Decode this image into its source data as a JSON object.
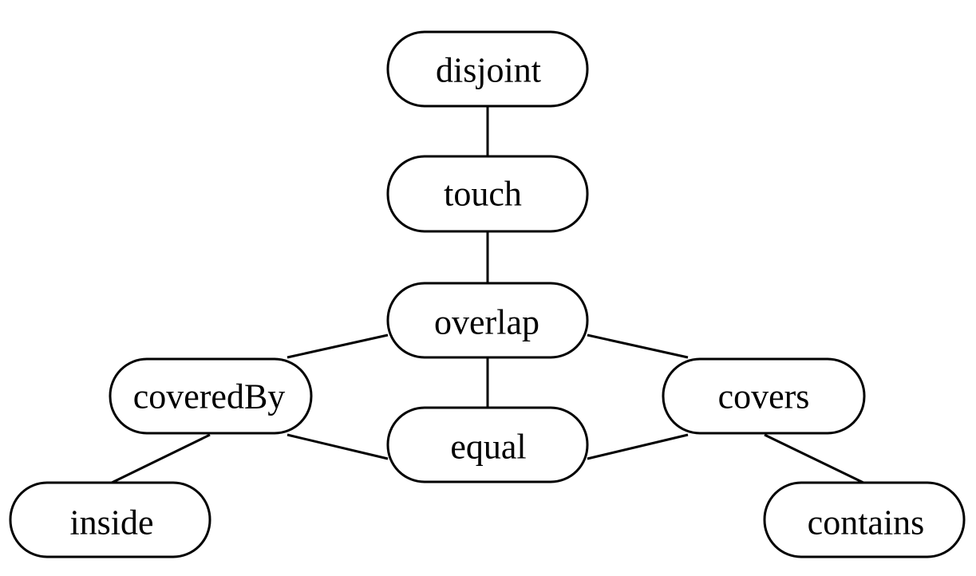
{
  "diagram": {
    "nodes": [
      {
        "id": "disjoint",
        "label": "disjoint"
      },
      {
        "id": "touch",
        "label": "touch"
      },
      {
        "id": "overlap",
        "label": "overlap"
      },
      {
        "id": "coveredBy",
        "label": "coveredBy"
      },
      {
        "id": "covers",
        "label": "covers"
      },
      {
        "id": "equal",
        "label": "equal"
      },
      {
        "id": "inside",
        "label": "inside"
      },
      {
        "id": "contains",
        "label": "contains"
      }
    ],
    "edges": [
      {
        "from": "disjoint",
        "to": "touch"
      },
      {
        "from": "touch",
        "to": "overlap"
      },
      {
        "from": "overlap",
        "to": "coveredBy"
      },
      {
        "from": "overlap",
        "to": "covers"
      },
      {
        "from": "overlap",
        "to": "equal"
      },
      {
        "from": "coveredBy",
        "to": "equal"
      },
      {
        "from": "covers",
        "to": "equal"
      },
      {
        "from": "coveredBy",
        "to": "inside"
      },
      {
        "from": "covers",
        "to": "contains"
      }
    ]
  }
}
